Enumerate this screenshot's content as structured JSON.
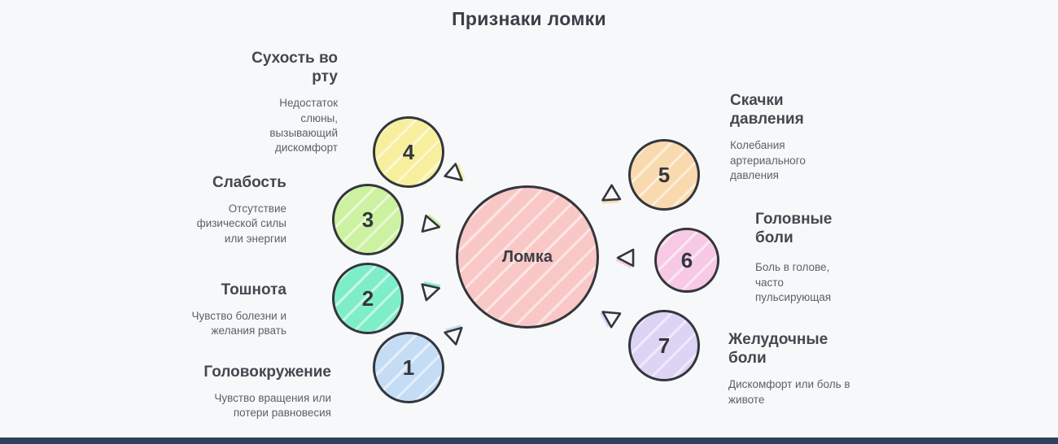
{
  "title": "Признаки ломки",
  "center": {
    "label": "Ломка",
    "color": "#f9c8c6"
  },
  "bar_color": "#31405e",
  "outline_color": "#33363c",
  "items": [
    {
      "num": "1",
      "heading": "Головокружение",
      "desc": "Чувство вращения или потери равновесия",
      "color": "#c5dcf5"
    },
    {
      "num": "2",
      "heading": "Тошнота",
      "desc": "Чувство болезни и желания рвать",
      "color": "#7eeec8"
    },
    {
      "num": "3",
      "heading": "Слабость",
      "desc": "Отсутствие физической силы или энергии",
      "color": "#ccf1a0"
    },
    {
      "num": "4",
      "heading": "Сухость во рту",
      "desc": "Недостаток слюны, вызывающий дискомфорт",
      "color": "#f7ef9e"
    },
    {
      "num": "5",
      "heading": "Скачки давления",
      "desc": "Колебания артериального давления",
      "color": "#f9d9ae"
    },
    {
      "num": "6",
      "heading": "Головные боли",
      "desc": "Боль в голове, часто пульсирующая",
      "color": "#f7c9e5"
    },
    {
      "num": "7",
      "heading": "Желудочные боли",
      "desc": "Дискомфорт или боль в животе",
      "color": "#dcd3f5"
    }
  ]
}
